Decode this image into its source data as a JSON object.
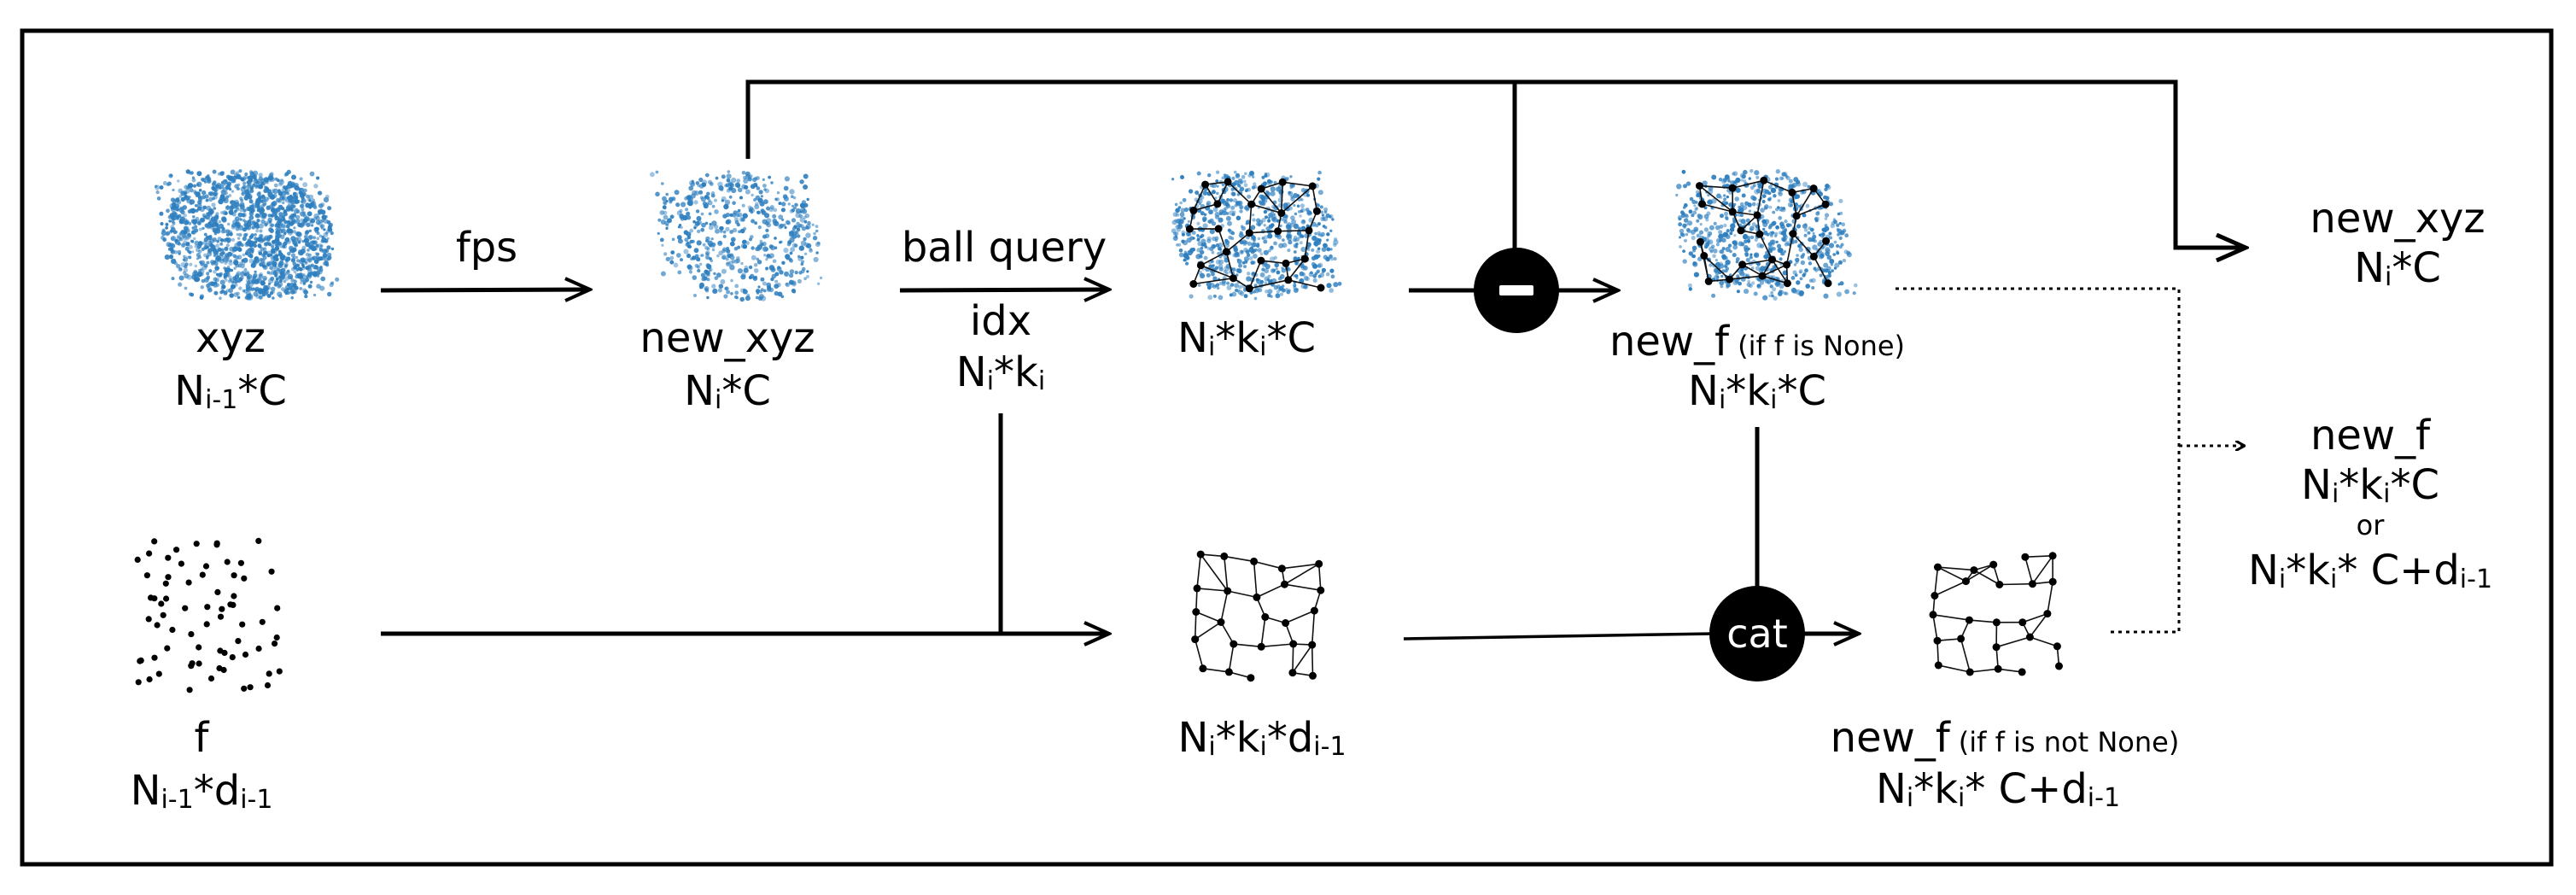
{
  "colors": {
    "cloud": "#2f7fbf",
    "line": "#000000",
    "background": "#ffffff"
  },
  "nodes": {
    "xyz": {
      "name": "xyz",
      "shape_pre": "N",
      "shape_sub1": "i-1",
      "shape_post": "*C"
    },
    "f": {
      "name": "f",
      "shape_pre": "N",
      "shape_sub1": "i-1",
      "shape_mid": "*d",
      "shape_sub2": "i-1"
    },
    "new_xyz_mid": {
      "name": "new_xyz",
      "shape_pre": "N",
      "shape_sub1": "i",
      "shape_post": "*C"
    },
    "grouped_xyz": {
      "shape_a": "N",
      "sub_a": "i",
      "shape_b": "*k",
      "sub_b": "i",
      "shape_c": "*C"
    },
    "grouped_feat": {
      "shape_a": "N",
      "sub_a": "i",
      "shape_b": "*k",
      "sub_b": "i",
      "shape_c": "*d",
      "sub_c": "i-1"
    },
    "new_f_none": {
      "name": "new_f",
      "note": "(if f is None)",
      "shape_a": "N",
      "sub_a": "i",
      "shape_b": "*k",
      "sub_b": "i",
      "shape_c": "*C"
    },
    "new_f_notnone": {
      "name": "new_f",
      "note": "(if f is not None)",
      "shape_a": "N",
      "sub_a": "i",
      "shape_b": "*k",
      "sub_b": "i",
      "shape_c": "* C+d",
      "sub_c": "i-1"
    }
  },
  "edges": {
    "fps": "fps",
    "ball_query": "ball query",
    "idx_name": "idx",
    "idx_shape_a": "N",
    "idx_sub_a": "i",
    "idx_shape_b": "*k",
    "idx_sub_b": "i"
  },
  "ops": {
    "subtract": "−",
    "cat": "cat"
  },
  "outputs": {
    "new_xyz": {
      "name": "new_xyz",
      "shape_pre": "N",
      "shape_sub1": "i",
      "shape_post": "*C"
    },
    "new_f": {
      "name": "new_f",
      "opt1_a": "N",
      "opt1_sub_a": "i",
      "opt1_b": "*k",
      "opt1_sub_b": "i",
      "opt1_c": "*C",
      "or": "or",
      "opt2_a": "N",
      "opt2_sub_a": "i",
      "opt2_b": "*k",
      "opt2_sub_b": "i",
      "opt2_c": "* C+d",
      "opt2_sub_c": "i-1"
    }
  }
}
